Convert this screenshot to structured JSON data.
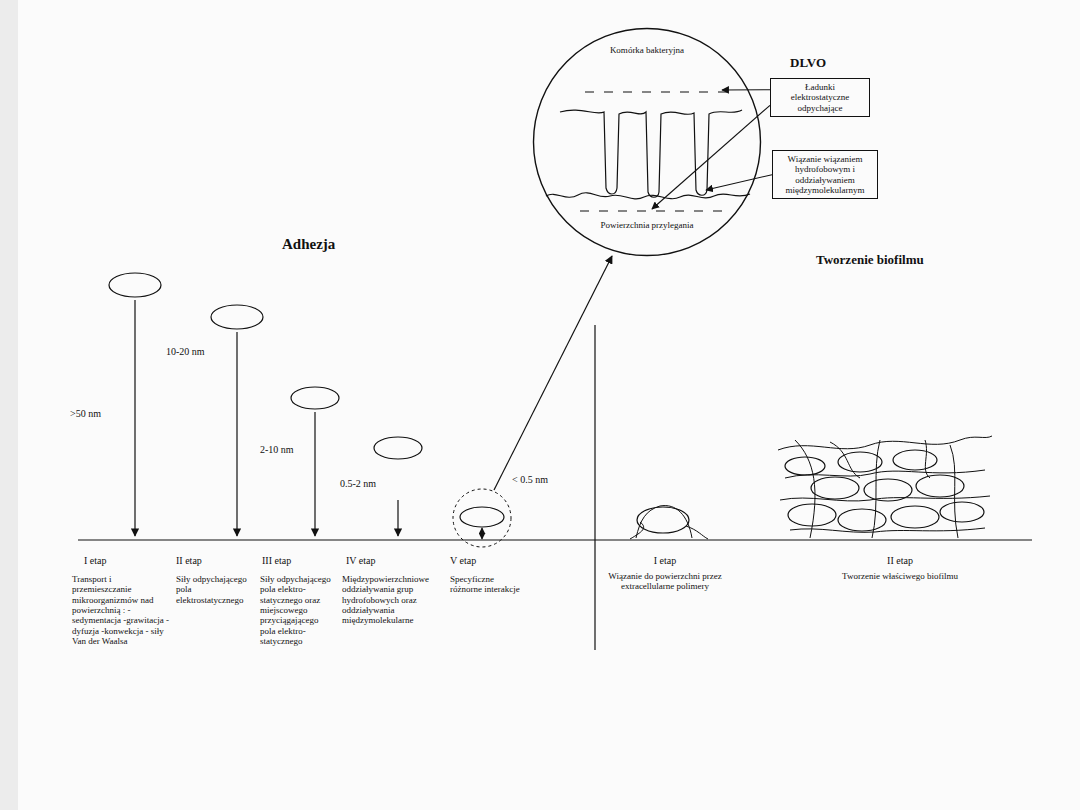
{
  "diagram": {
    "nodes": [
      {
        "text": [
          "Komórka bakteryjna",
          "Powierzchnia przylegania"
        ]
      },
      {
        "text": [
          "Ładunki elektrostatyczne odpychające"
        ]
      },
      {
        "text": [
          "Wiązanie wiązaniem hydrofobowym i oddziaływaniem międzymolekularnym"
        ]
      }
    ],
    "edges": [
      {
        "from": 1,
        "to": 0,
        "arrow": "to"
      },
      {
        "from": 1,
        "to": 0,
        "arrow": "to"
      },
      {
        "from": 2,
        "to": 0,
        "arrow": "to"
      }
    ],
    "labels": [
      "DLVO",
      "Adhezja",
      "Tworzenie biofilmu",
      ">50 nm",
      "10-20 nm",
      "2-10 nm",
      "0.5-2 nm",
      "< 0.5 nm",
      "I etap",
      "Transport i przemieszczanie mikroorganizmów nad powierzchnią : -sedymentacja -grawitacja -dyfuzja -konwekcja - siły Van der Waalsa",
      "II etap",
      "Siły odpychającego pola elektrostatycznego",
      "III etap",
      "Siły odpychającego pola elektro- statycznego oraz miejscowego przyciągającego pola elektro- statycznego",
      "IV etap",
      "Międzypowierzchniowe oddziaływania grup hydrofobowych oraz oddziaływania międzymolekularne",
      "V etap",
      "Specyficzne różnorne interakcje",
      "I etap",
      "Wiązanie do powierzchni przez extracellularne polimery",
      "II etap",
      "Tworzenie właściwego biofilmu"
    ]
  }
}
